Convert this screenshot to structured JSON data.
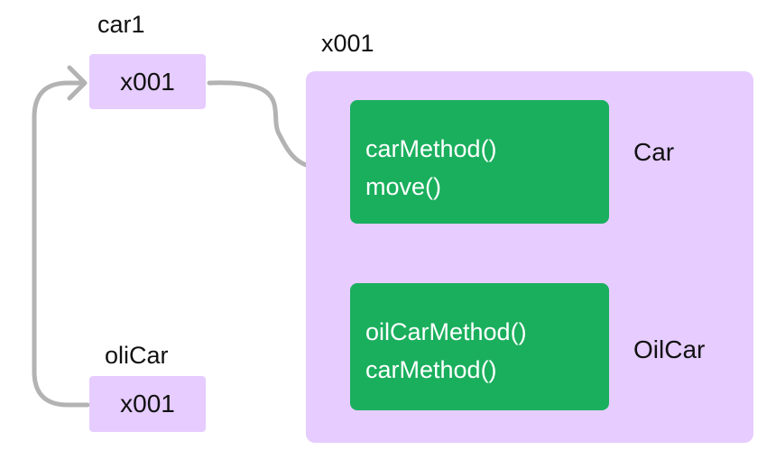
{
  "variables": [
    {
      "name": "car1",
      "address": "x001"
    },
    {
      "name": "oliCar",
      "address": "x001"
    }
  ],
  "heap": {
    "address": "x001",
    "classes": [
      {
        "name": "Car",
        "methods": [
          "carMethod()",
          "move()"
        ]
      },
      {
        "name": "OilCar",
        "methods": [
          "oilCarMethod()",
          "carMethod()"
        ]
      }
    ]
  },
  "colors": {
    "reference_box": "#e6ccff",
    "heap_box": "#e6ccff",
    "method_box": "#1aaf5d",
    "arrow": "#b3b3b3"
  }
}
